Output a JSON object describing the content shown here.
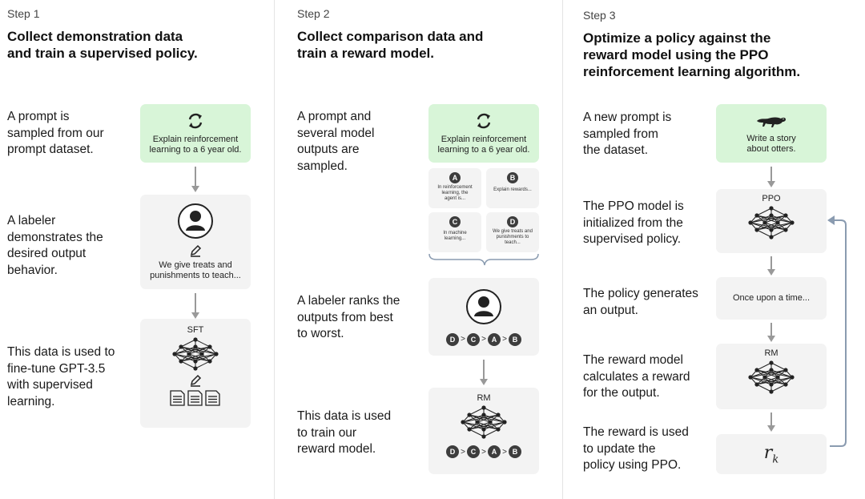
{
  "step1": {
    "label": "Step 1",
    "heading_line1": "Collect demonstration data",
    "heading_line2": "and train a supervised policy.",
    "desc1": [
      "A prompt is",
      "sampled from our",
      "prompt dataset."
    ],
    "desc2": [
      "A labeler",
      "demonstrates the",
      "desired output",
      "behavior."
    ],
    "desc3": [
      "This data is used to",
      "fine-tune GPT-3.5",
      "with supervised",
      "learning."
    ],
    "prompt_box": [
      "Explain reinforcement",
      "learning to a 6 year old."
    ],
    "labeler_box": [
      "We give treats and",
      "punishments to teach..."
    ],
    "model_label": "SFT"
  },
  "step2": {
    "label": "Step 2",
    "heading_line1": "Collect comparison data and",
    "heading_line2": "train a reward model.",
    "desc1": [
      "A prompt and",
      "several model",
      "outputs are",
      "sampled."
    ],
    "desc2": [
      "A labeler ranks the",
      "outputs from best",
      "to worst."
    ],
    "desc3": [
      "This data is used",
      "to train our",
      "reward model."
    ],
    "prompt_box": [
      "Explain reinforcement",
      "learning to a 6 year old."
    ],
    "outputs": [
      {
        "letter": "A",
        "text": [
          "In reinforcement",
          "learning, the",
          "agent is..."
        ]
      },
      {
        "letter": "B",
        "text": [
          "Explain rewards..."
        ]
      },
      {
        "letter": "C",
        "text": [
          "In machine",
          "learning..."
        ]
      },
      {
        "letter": "D",
        "text": [
          "We give treats and",
          "punishments to",
          "teach..."
        ]
      }
    ],
    "ranking": [
      "D",
      "C",
      "A",
      "B"
    ],
    "model_label": "RM"
  },
  "step3": {
    "label": "Step 3",
    "heading_lines": [
      "Optimize a policy against the",
      "reward model using the PPO",
      "reinforcement learning algorithm."
    ],
    "desc1": [
      "A new prompt is",
      "sampled from",
      "the dataset."
    ],
    "desc2": [
      "The PPO model is",
      "initialized from the",
      "supervised policy."
    ],
    "desc3": [
      "The policy generates",
      "an output."
    ],
    "desc4": [
      "The reward model",
      "calculates a reward",
      "for the output."
    ],
    "desc5": [
      "The reward is used",
      "to update the",
      "policy using PPO."
    ],
    "prompt_box": [
      "Write a story",
      "about otters."
    ],
    "ppo_label": "PPO",
    "output_text": "Once upon a time...",
    "rm_label": "RM",
    "reward_symbol": "r",
    "reward_subscript": "k"
  },
  "colors": {
    "prompt_box": "#d8f5d8",
    "box": "#f3f3f3",
    "arrow": "#999999",
    "icon": "#222222"
  },
  "icons": [
    "refresh-icon",
    "user-icon",
    "pencil-icon",
    "neural-network-icon",
    "documents-icon",
    "otter-icon"
  ]
}
